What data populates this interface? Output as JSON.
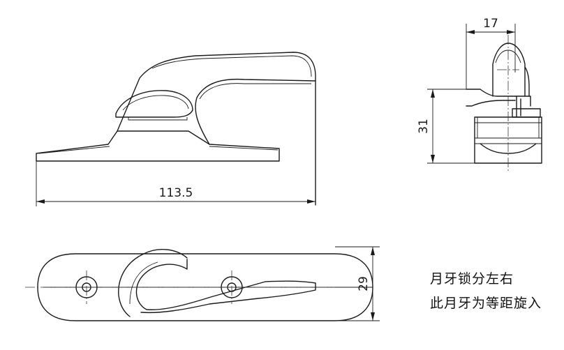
{
  "dimensions": {
    "length": "113.5",
    "width_top": "17",
    "height_side": "31",
    "width_bottom": "29"
  },
  "notes": {
    "line1": "月牙锁分左右",
    "line2": "此月牙为等距旋入"
  }
}
